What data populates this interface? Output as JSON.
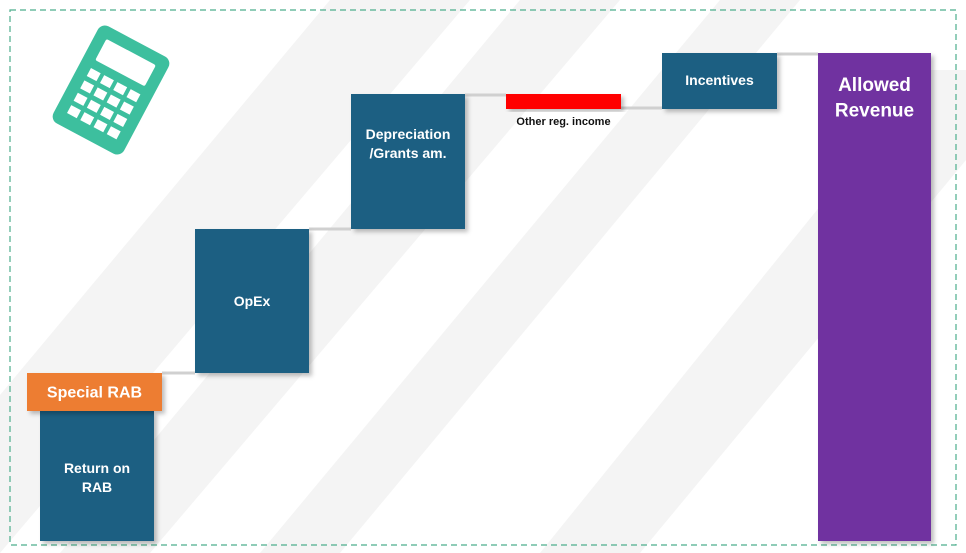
{
  "chart_data": {
    "type": "bar",
    "subtype": "waterfall",
    "categories": [
      "Return on RAB",
      "Special RAB",
      "OpEx",
      "Depreciation /Grants am.",
      "Other reg. income",
      "Incentives",
      "Allowed Revenue"
    ],
    "series": [
      {
        "values": [
          {
            "label": [
              "Return on",
              "RAB"
            ],
            "base": 0,
            "top": 130,
            "color": "#1a5e82"
          },
          {
            "label": [
              "Special RAB"
            ],
            "base": 130,
            "top": 168,
            "color": "#ed7d31"
          },
          {
            "label": [
              "OpEx"
            ],
            "base": 168,
            "top": 312,
            "color": "#1a5e82"
          },
          {
            "label": [
              "Depreciation",
              "/Grants am."
            ],
            "base": 312,
            "top": 447,
            "color": "#1a5e82"
          },
          {
            "label": [
              "Other reg. income"
            ],
            "base": 432,
            "top": 447,
            "color": "#ff0000",
            "label_below": true
          },
          {
            "label": [
              "Incentives"
            ],
            "base": 432,
            "top": 488,
            "color": "#1a5e82"
          },
          {
            "label": [
              "Allowed",
              "Revenue"
            ],
            "base": 0,
            "top": 488,
            "color": "#7030a0",
            "total": true
          }
        ]
      }
    ],
    "title": "",
    "xlabel": "",
    "ylabel": "",
    "ylim": [
      0,
      540
    ],
    "grid": false,
    "legend": "none"
  },
  "decor": {
    "calculator_icon": "calculator-icon",
    "calculator_color": "#3dbf9e",
    "frame_border_color": "#4cae8c",
    "stripe_color": "#f4f4f4"
  }
}
